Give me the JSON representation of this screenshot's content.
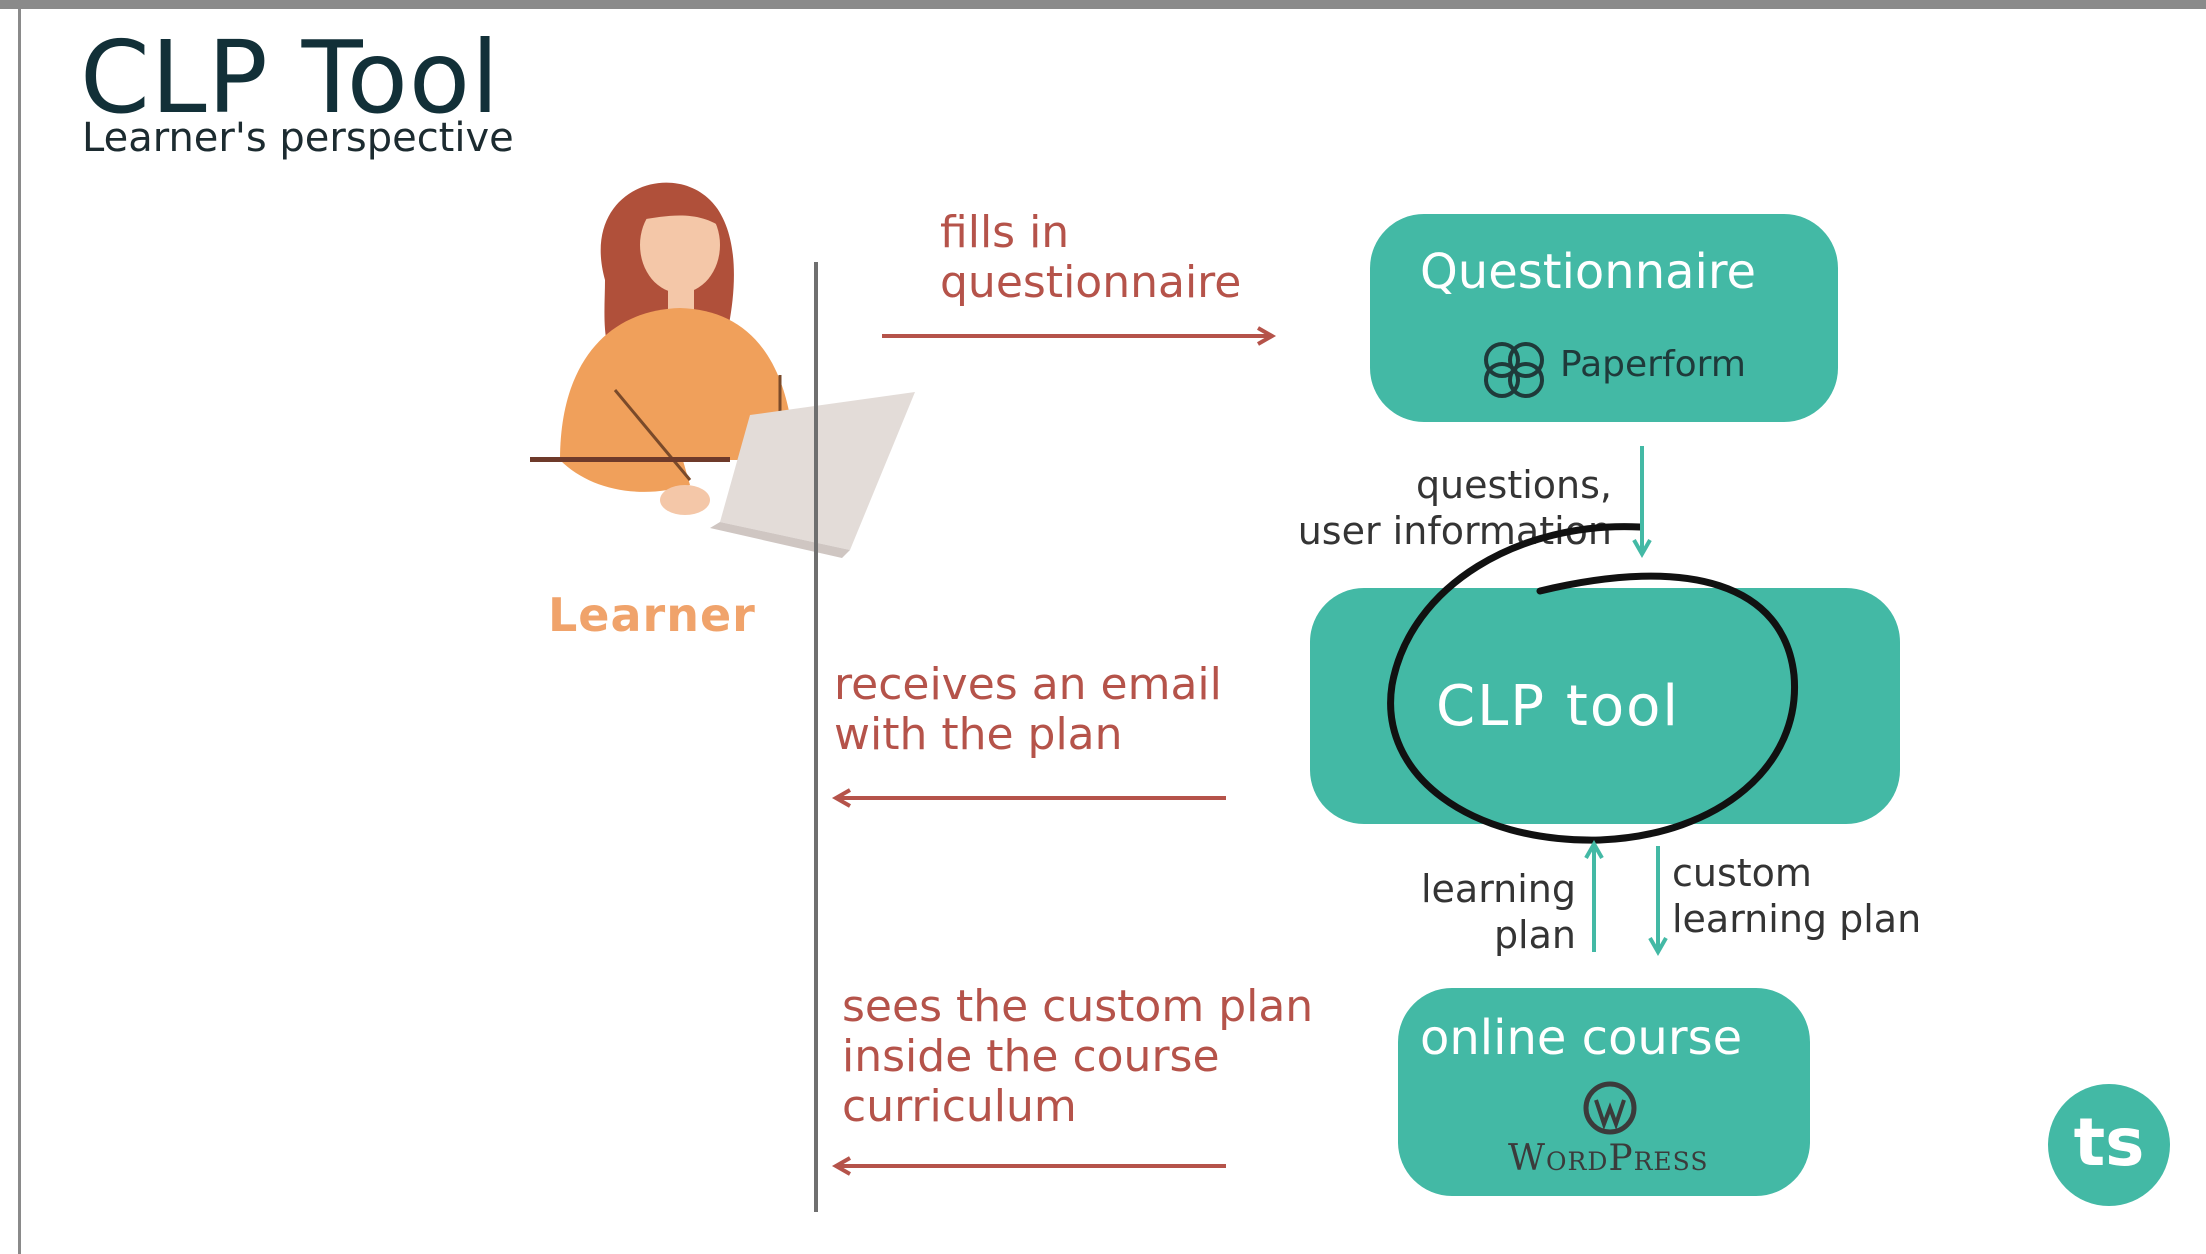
{
  "header": {
    "title": "CLP Tool",
    "subtitle": "Learner's perspective"
  },
  "learner": {
    "label": "Learner"
  },
  "flows": {
    "fills_in": "fills in\nquestionnaire",
    "receives_email": "receives an email\nwith the plan",
    "sees_plan": "sees the custom plan\ninside the course\ncurriculum"
  },
  "boxes": {
    "questionnaire": {
      "label": "Questionnaire",
      "logo_text": "Paperform"
    },
    "clp_tool": {
      "label": "CLP tool"
    },
    "online_course": {
      "label": "online course",
      "logo_text": "WordPress"
    }
  },
  "connectors": {
    "questions_info": "questions,\nuser information",
    "learning_plan": "learning\nplan",
    "custom_learning_plan": "custom\nlearning plan"
  },
  "badge": {
    "text": "ts"
  },
  "colors": {
    "teal": "#43b9a5",
    "red_arrow": "#b5534a",
    "learner_orange": "#f0a36b",
    "title_dark": "#123038"
  }
}
